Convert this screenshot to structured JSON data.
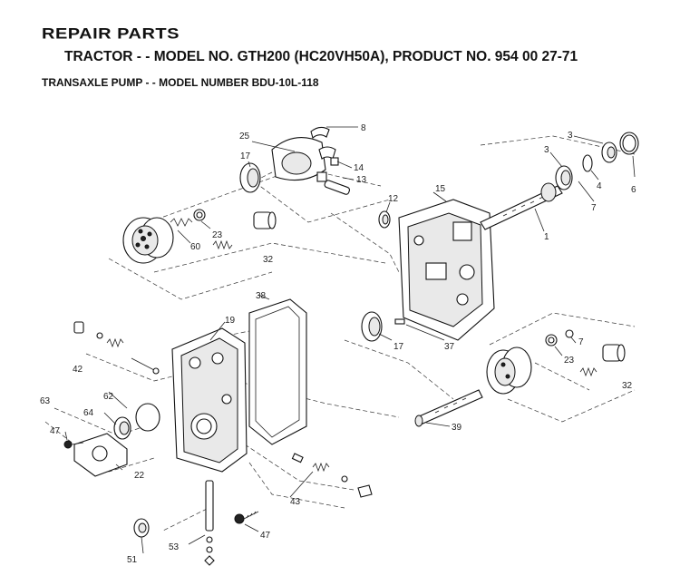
{
  "header": {
    "title": "REPAIR PARTS",
    "model_line": "TRACTOR - - MODEL NO. GTH200 (HC20VH50A), PRODUCT NO. 954 00 27-71",
    "subassembly": "TRANSAXLE PUMP - -  MODEL NUMBER BDU-10L-118"
  },
  "callouts": [
    {
      "id": "c-8",
      "text": "8"
    },
    {
      "id": "c-25",
      "text": "25"
    },
    {
      "id": "c-17a",
      "text": "17"
    },
    {
      "id": "c-14",
      "text": "14"
    },
    {
      "id": "c-13",
      "text": "13"
    },
    {
      "id": "c-12",
      "text": "12"
    },
    {
      "id": "c-15",
      "text": "15"
    },
    {
      "id": "c-3a",
      "text": "3"
    },
    {
      "id": "c-3b",
      "text": "3"
    },
    {
      "id": "c-4",
      "text": "4"
    },
    {
      "id": "c-6",
      "text": "6"
    },
    {
      "id": "c-7a",
      "text": "7"
    },
    {
      "id": "c-1",
      "text": "1"
    },
    {
      "id": "c-23a",
      "text": "23"
    },
    {
      "id": "c-60",
      "text": "60"
    },
    {
      "id": "c-32a",
      "text": "32"
    },
    {
      "id": "c-38",
      "text": "38"
    },
    {
      "id": "c-19",
      "text": "19"
    },
    {
      "id": "c-17b",
      "text": "17"
    },
    {
      "id": "c-37",
      "text": "37"
    },
    {
      "id": "c-7b",
      "text": "7"
    },
    {
      "id": "c-23b",
      "text": "23"
    },
    {
      "id": "c-32b",
      "text": "32"
    },
    {
      "id": "c-42",
      "text": "42"
    },
    {
      "id": "c-63",
      "text": "63"
    },
    {
      "id": "c-62",
      "text": "62"
    },
    {
      "id": "c-64",
      "text": "64"
    },
    {
      "id": "c-47a",
      "text": "47"
    },
    {
      "id": "c-22",
      "text": "22"
    },
    {
      "id": "c-39",
      "text": "39"
    },
    {
      "id": "c-43",
      "text": "43"
    },
    {
      "id": "c-47b",
      "text": "47"
    },
    {
      "id": "c-53",
      "text": "53"
    },
    {
      "id": "c-51",
      "text": "51"
    }
  ]
}
